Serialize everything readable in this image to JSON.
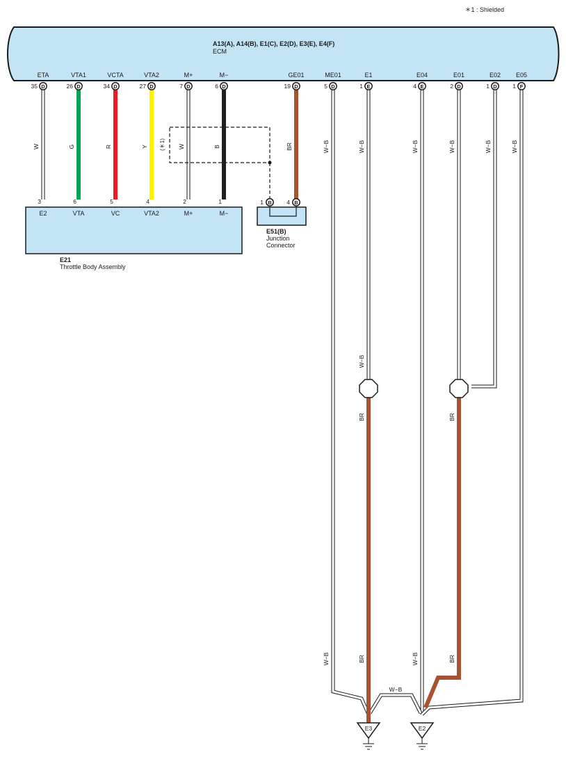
{
  "note": "＊1 : Shielded",
  "ecm": {
    "connectors": "A13(A), A14(B), E1(C), E2(D), E3(E), E4(F)",
    "name": "ECM",
    "terminals": [
      {
        "name": "ETA",
        "pin": "35",
        "conn": "D"
      },
      {
        "name": "VTA1",
        "pin": "26",
        "conn": "D"
      },
      {
        "name": "VCTA",
        "pin": "34",
        "conn": "D"
      },
      {
        "name": "VTA2",
        "pin": "27",
        "conn": "D"
      },
      {
        "name": "M+",
        "pin": "7",
        "conn": "D"
      },
      {
        "name": "M−",
        "pin": "6",
        "conn": "D"
      },
      {
        "name": "GE01",
        "pin": "19",
        "conn": "D"
      },
      {
        "name": "ME01",
        "pin": "5",
        "conn": "D"
      },
      {
        "name": "E1",
        "pin": "1",
        "conn": "E"
      },
      {
        "name": "E04",
        "pin": "4",
        "conn": "E"
      },
      {
        "name": "E01",
        "pin": "2",
        "conn": "D"
      },
      {
        "name": "E02",
        "pin": "1",
        "conn": "D"
      },
      {
        "name": "E05",
        "pin": "1",
        "conn": "F"
      }
    ]
  },
  "throttle": {
    "id": "E21",
    "name": "Throttle Body Assembly",
    "pins": [
      {
        "name": "E2",
        "pin": "3"
      },
      {
        "name": "VTA",
        "pin": "6"
      },
      {
        "name": "VC",
        "pin": "5"
      },
      {
        "name": "VTA2",
        "pin": "4"
      },
      {
        "name": "M+",
        "pin": "2"
      },
      {
        "name": "M−",
        "pin": "1"
      }
    ]
  },
  "junction": {
    "id": "E51(B)",
    "name_line1": "Junction",
    "name_line2": "Connector",
    "pin_a": "1",
    "pin_b": "4",
    "conn": "B"
  },
  "shield_label": "(＊1)",
  "wires": {
    "eta": "W",
    "vta1": "G",
    "vcta": "R",
    "vta2": "Y",
    "mplus": "W",
    "mminus": "B",
    "ge01": "BR",
    "me01": "W−B",
    "e1": "W−B",
    "e04": "W−B",
    "e01": "W−B",
    "e02": "W−B",
    "e05": "W−B",
    "e1_lower": "W−B",
    "e1_br": "BR",
    "e01_br": "BR",
    "me01_bottom": "W−B",
    "e1_br_bottom": "BR",
    "e04_bottom": "W−B",
    "e01_br_bottom": "BR",
    "cross": "W−B"
  },
  "grounds": {
    "left": "E3",
    "right": "E2"
  },
  "colors": {
    "ecm_fill": "#c3e4f4",
    "green": "#00a651",
    "red": "#ed1c24",
    "yellow": "#fff200",
    "black": "#231f20",
    "brown": "#a8532f",
    "white_wire": "#ffffff"
  }
}
